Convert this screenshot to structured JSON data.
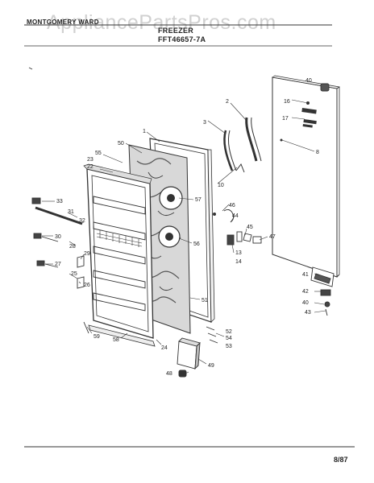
{
  "header": {
    "brand": "MONTGOMERY WARD",
    "title": "FREEZER",
    "model": "FFT46657-7A"
  },
  "watermark": "AppliancePartsPros.com",
  "footer": {
    "date": "8/87"
  },
  "callouts": {
    "c40a": "40",
    "c2": "2",
    "c16": "16",
    "c17": "17",
    "c3": "3",
    "c8": "8",
    "c1": "1",
    "c50": "50",
    "c55": "55",
    "c23": "23",
    "c22": "22",
    "c10": "10",
    "c57": "57",
    "c33": "33",
    "c31": "31",
    "c32": "32",
    "c46": "46",
    "c44": "44",
    "c45": "45",
    "c47": "47",
    "c30": "30",
    "c28": "28",
    "c56": "56",
    "c13": "13",
    "c14": "14",
    "c29": "29",
    "c27": "27",
    "c25": "25",
    "c26": "26",
    "c51": "51",
    "c41": "41",
    "c42": "42",
    "c40b": "40",
    "c43": "43",
    "c59": "59",
    "c58": "58",
    "c24": "24",
    "c52": "52",
    "c54": "54",
    "c53": "53",
    "c48": "48",
    "c49": "49"
  }
}
